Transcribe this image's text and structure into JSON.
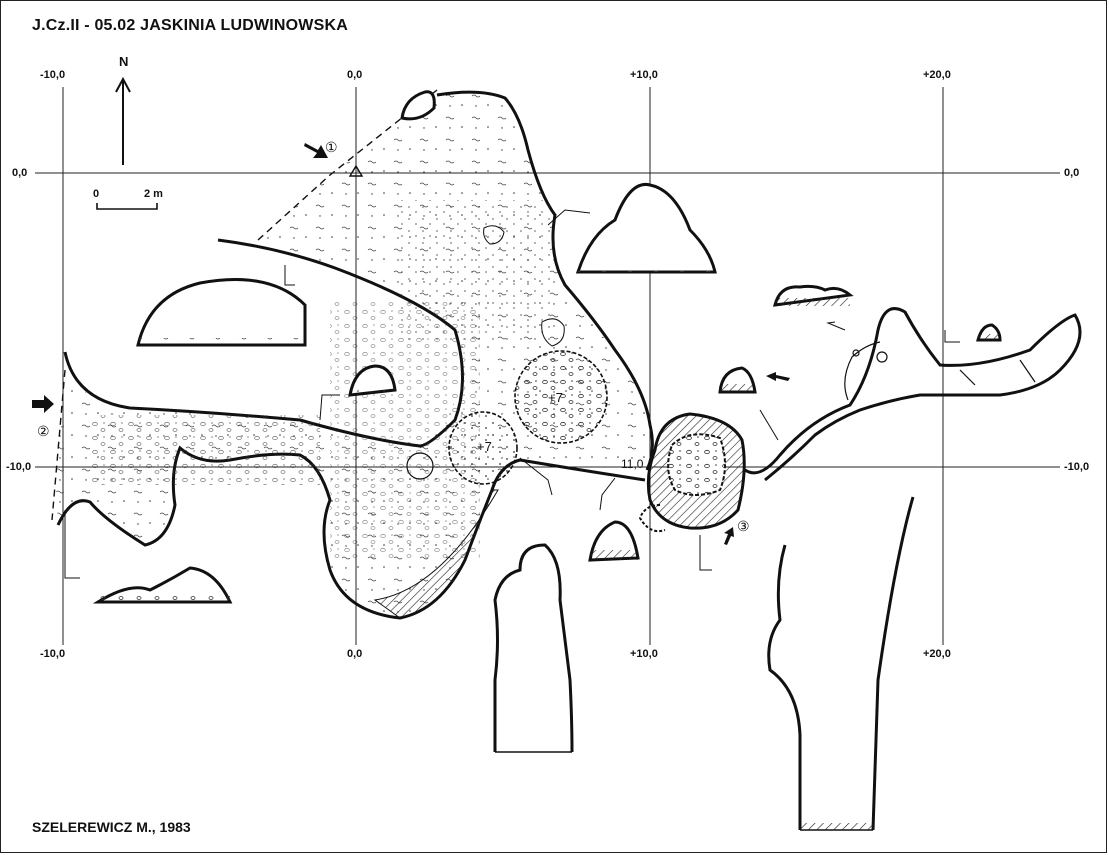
{
  "title": "J.Cz.II - 05.02 JASKINIA LUDWINOWSKA",
  "author": "SZELEREWICZ M., 1983",
  "north_label": "N",
  "scale": {
    "zero": "0",
    "length": "2 m"
  },
  "grid": {
    "top_labels": [
      "-10,0",
      "0,0",
      "+10,0",
      "+20,0"
    ],
    "bottom_labels": [
      "-10,0",
      "0,0",
      "+10,0",
      "+20,0"
    ],
    "left_labels": [
      "0,0",
      "-10,0"
    ],
    "right_labels": [
      "0,0",
      "-10,0"
    ]
  },
  "entrances": [
    "①",
    "②",
    "③"
  ],
  "elevations": {
    "a": "+7",
    "b": "+7",
    "c": "11,0"
  }
}
